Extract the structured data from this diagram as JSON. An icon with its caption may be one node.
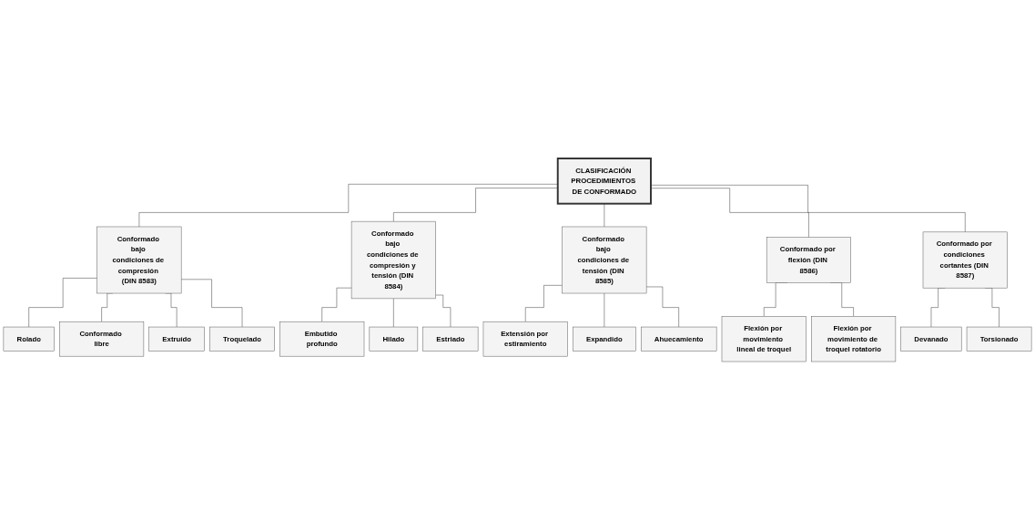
{
  "diagram": {
    "nodes": [
      {
        "text": [
          "CLASIFICACIÓN PROCEDIMIENTOS DE CONFORMADO"
        ]
      },
      {
        "text": [
          "Conformado bajo condiciones de compresión (DIN 8583)"
        ]
      },
      {
        "text": [
          "Rolado"
        ]
      },
      {
        "text": [
          "Conformado libre"
        ]
      },
      {
        "text": [
          "Extruído"
        ]
      },
      {
        "text": [
          "Troquelado"
        ]
      },
      {
        "text": [
          "Conformado bajo condiciones de compresión y tensión (DIN 8584)"
        ]
      },
      {
        "text": [
          "Embutido profundo"
        ]
      },
      {
        "text": [
          "Hilado"
        ]
      },
      {
        "text": [
          "Estriado"
        ]
      },
      {
        "text": [
          "Conformado bajo condiciones de tensión (DIN 8585)"
        ]
      },
      {
        "text": [
          "Extensión por estiramiento"
        ]
      },
      {
        "text": [
          "Expandido"
        ]
      },
      {
        "text": [
          "Ahuecamiento"
        ]
      },
      {
        "text": [
          "Conformado por flexión (DIN 8586)"
        ]
      },
      {
        "text": [
          "Flexión por movimiento lineal de troquel"
        ]
      },
      {
        "text": [
          "Flexión por movimiento de troquel rotatorio"
        ]
      },
      {
        "text": [
          "Conformado por condiciones cortantes (DIN 8587)"
        ]
      },
      {
        "text": [
          "Devanado"
        ]
      },
      {
        "text": [
          "Torsionado"
        ]
      }
    ],
    "edges": [
      {
        "from": 0,
        "to": 1,
        "arrow": "none"
      },
      {
        "from": 0,
        "to": 6,
        "arrow": "none"
      },
      {
        "from": 0,
        "to": 10,
        "arrow": "none"
      },
      {
        "from": 0,
        "to": 14,
        "arrow": "none"
      },
      {
        "from": 0,
        "to": 17,
        "arrow": "none"
      },
      {
        "from": 1,
        "to": 2,
        "arrow": "none"
      },
      {
        "from": 1,
        "to": 3,
        "arrow": "none"
      },
      {
        "from": 1,
        "to": 4,
        "arrow": "none"
      },
      {
        "from": 1,
        "to": 5,
        "arrow": "none"
      },
      {
        "from": 6,
        "to": 7,
        "arrow": "none"
      },
      {
        "from": 6,
        "to": 8,
        "arrow": "none"
      },
      {
        "from": 6,
        "to": 9,
        "arrow": "none"
      },
      {
        "from": 10,
        "to": 11,
        "arrow": "none"
      },
      {
        "from": 10,
        "to": 12,
        "arrow": "none"
      },
      {
        "from": 10,
        "to": 13,
        "arrow": "none"
      },
      {
        "from": 14,
        "to": 15,
        "arrow": "none"
      },
      {
        "from": 14,
        "to": 16,
        "arrow": "none"
      },
      {
        "from": 17,
        "to": 18,
        "arrow": "none"
      },
      {
        "from": 17,
        "to": 19,
        "arrow": "none"
      }
    ]
  }
}
